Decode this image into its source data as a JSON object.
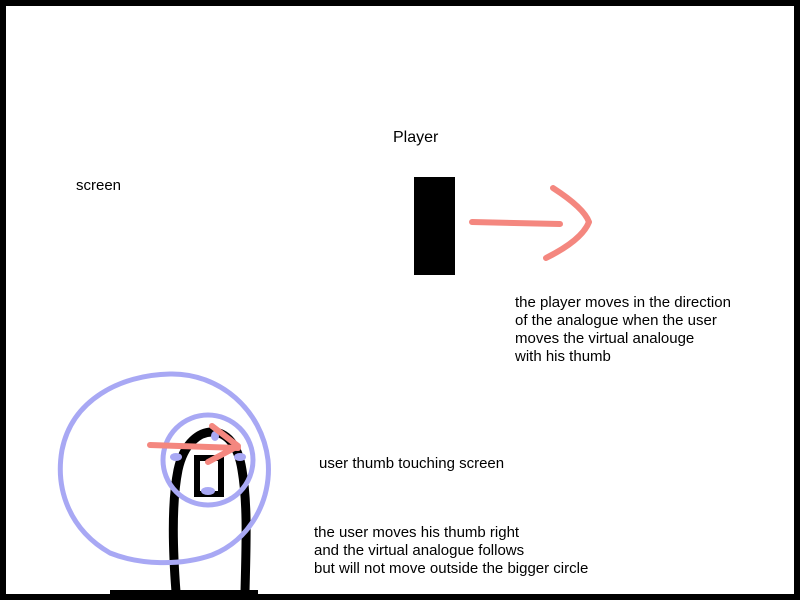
{
  "labels": {
    "screen": "screen",
    "player": "Player",
    "player_note": [
      "the player moves in the direction",
      "of the analogue when the user",
      "moves the virtual analouge",
      "with his thumb"
    ],
    "thumb_touch": "user thumb touching screen",
    "thumb_note": [
      "the user moves his thumb right",
      "and the virtual analogue follows",
      "but will not move outside the bigger circle"
    ]
  },
  "colors": {
    "frame": "#000000",
    "player": "#000000",
    "arrow": "#f4877f",
    "analogue": "#a8a8f4",
    "thumb": "#000000"
  }
}
